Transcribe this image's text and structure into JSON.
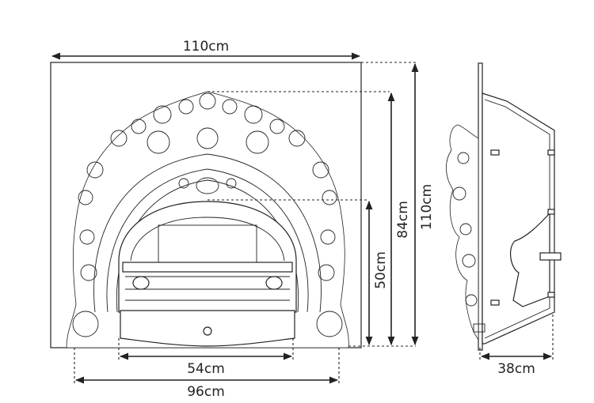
{
  "dimensions": {
    "overall_width": "110cm",
    "overall_height": "110cm",
    "arch_height": "84cm",
    "opening_height": "50cm",
    "opening_width": "54cm",
    "base_width": "96cm",
    "depth": "38cm"
  }
}
